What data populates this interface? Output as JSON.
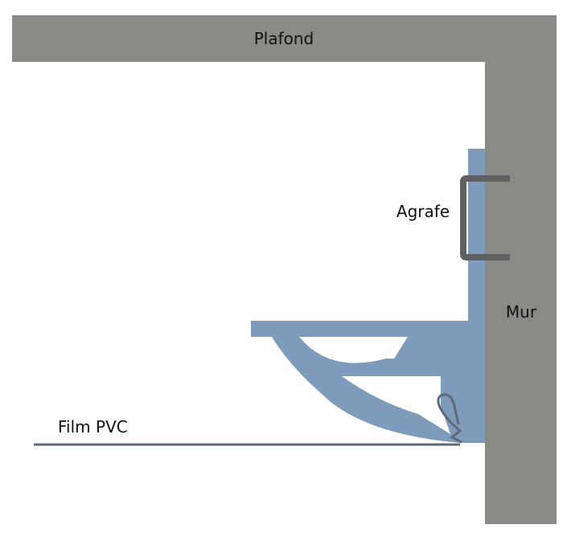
{
  "labels": {
    "ceiling": "Plafond",
    "wall": "Mur",
    "clip": "Agrafe",
    "film": "Film PVC"
  },
  "colors": {
    "structure_gray": "#8a8a87",
    "profile_blue": "#7f9bbb",
    "clip_gray": "#5f6062",
    "film_line": "#5e6a78",
    "background": "#ffffff"
  }
}
